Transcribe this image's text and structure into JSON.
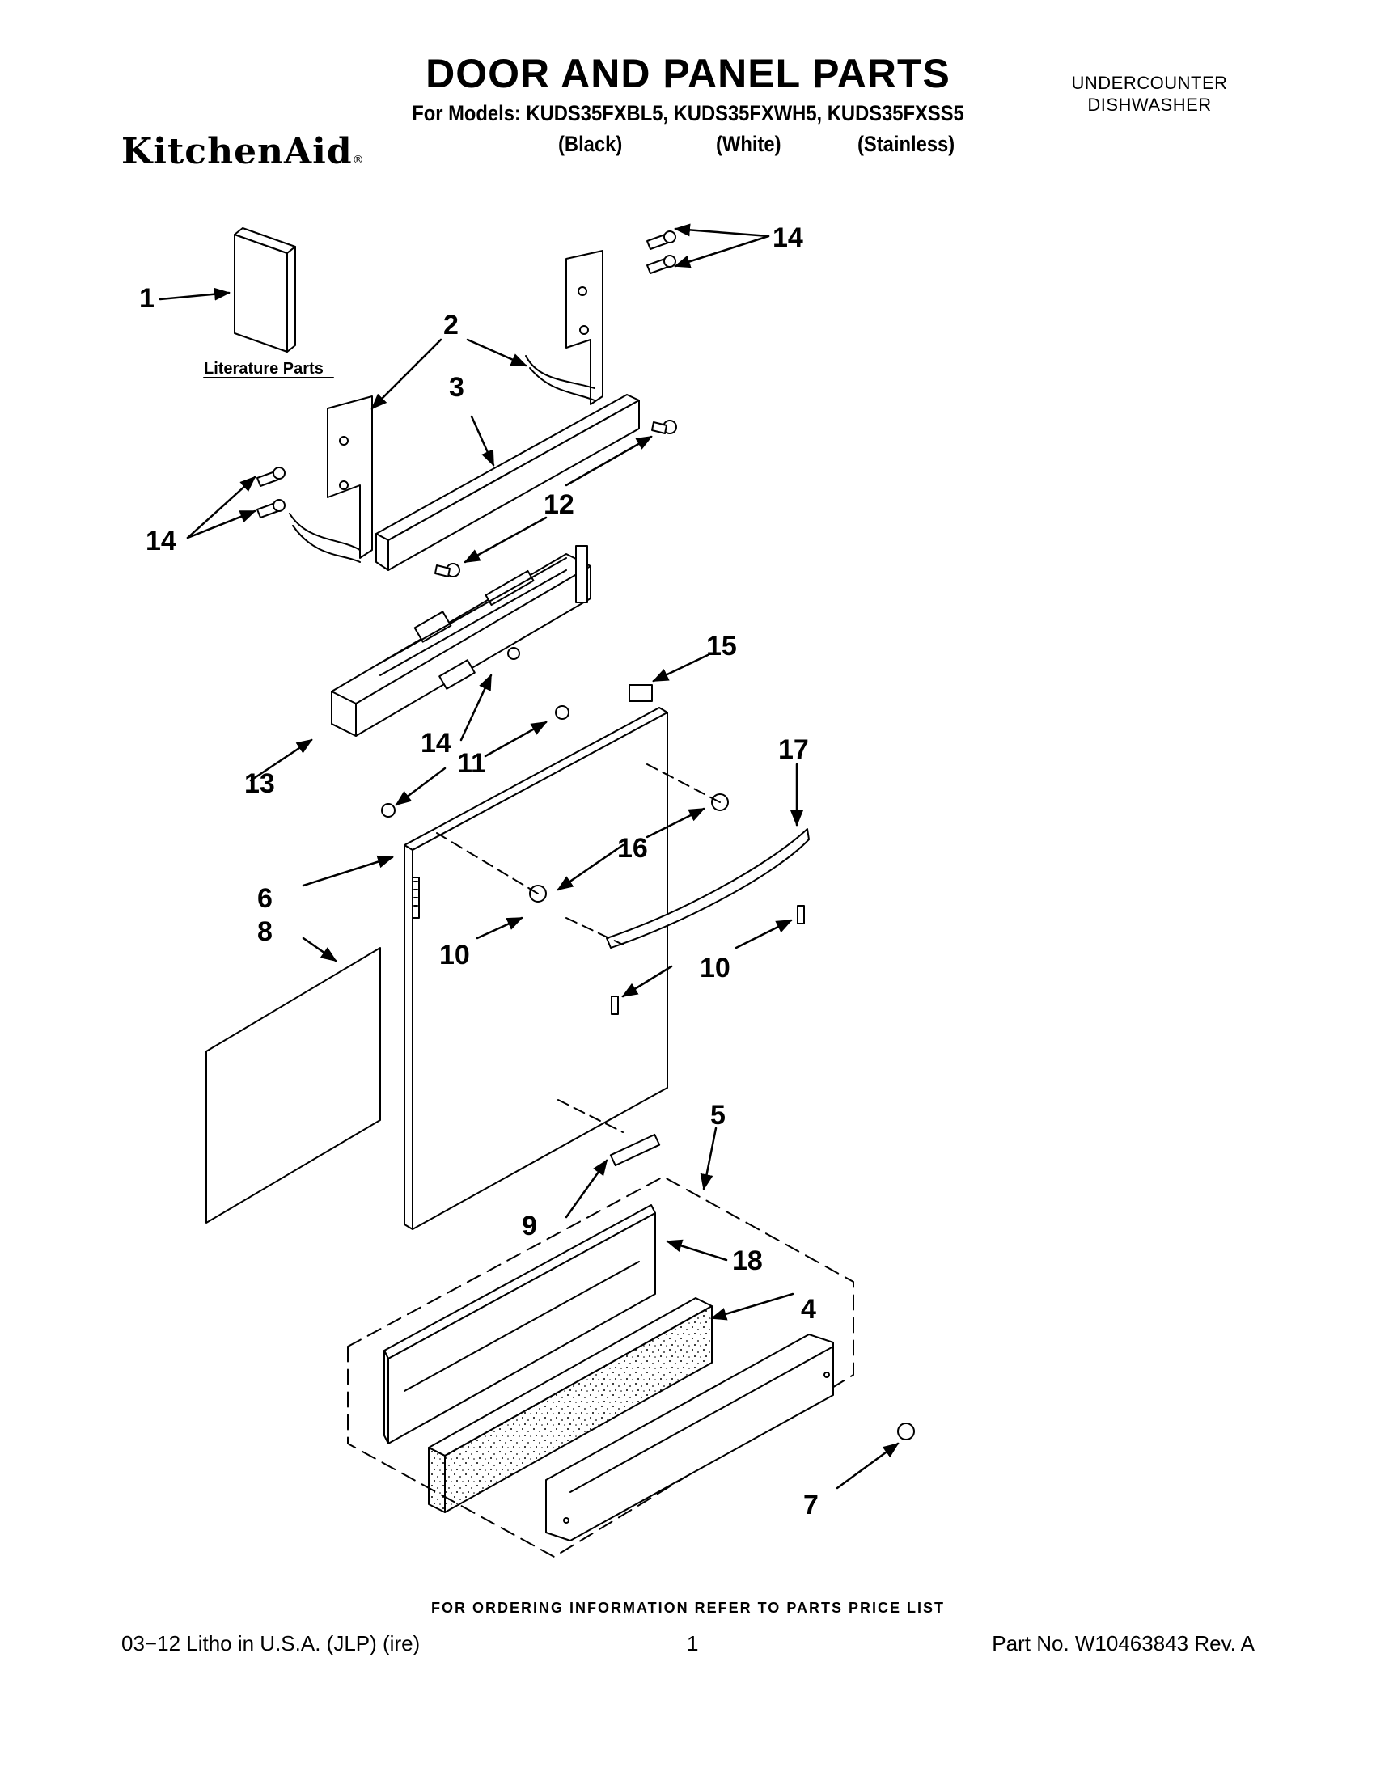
{
  "header": {
    "title": "DOOR AND PANEL PARTS",
    "models": "For Models: KUDS35FXBL5, KUDS35FXWH5, KUDS35FXSS5",
    "brand": "KitchenAid",
    "brand_mark": "®",
    "finishes": [
      "(Black)",
      "(White)",
      "(Stainless)"
    ],
    "category_line1": "UNDERCOUNTER",
    "category_line2": "DISHWASHER"
  },
  "diagram": {
    "literature_label": "Literature Parts",
    "callouts": [
      "1",
      "2",
      "3",
      "4",
      "5",
      "6",
      "7",
      "8",
      "9",
      "10",
      "11",
      "12",
      "13",
      "14",
      "15",
      "16",
      "17",
      "18"
    ]
  },
  "footer": {
    "ordering_note": "FOR ORDERING INFORMATION REFER TO PARTS PRICE LIST",
    "litho": "03−12  Litho in U.S.A. (JLP) (ire)",
    "page": "1",
    "part_no": "Part No. W10463843 Rev. A"
  }
}
